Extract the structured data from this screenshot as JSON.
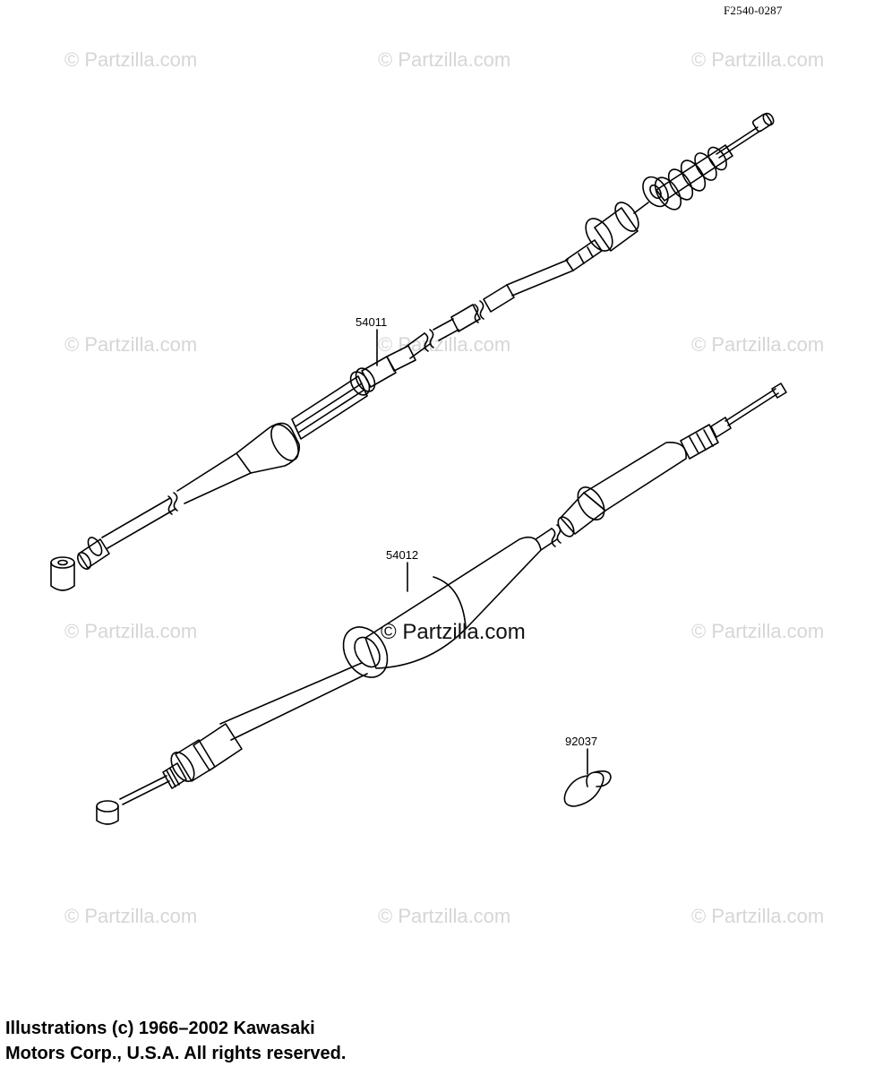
{
  "figure_code": "F2540-0287",
  "watermark": "© Partzilla.com",
  "center_watermark": "© Partzilla.com",
  "parts": [
    {
      "number": "54011"
    },
    {
      "number": "54012"
    },
    {
      "number": "92037"
    }
  ],
  "copyright": {
    "line1": "Illustrations (c) 1966–2002 Kawasaki",
    "line2": "Motors Corp., U.S.A.  All rights reserved."
  }
}
